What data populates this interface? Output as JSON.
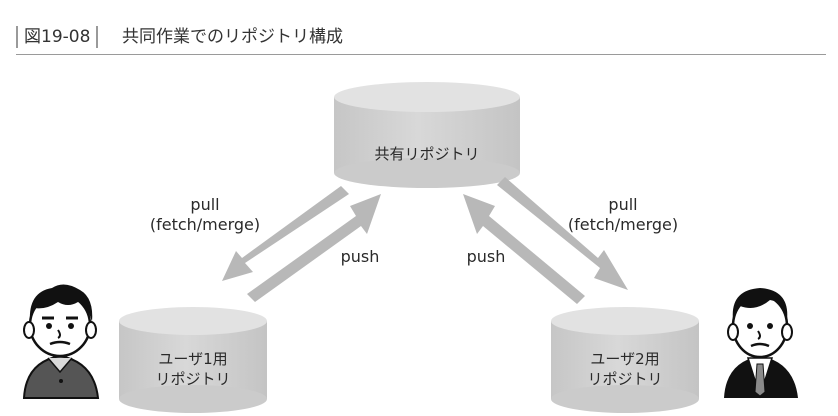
{
  "caption": {
    "number": "図19-08",
    "title": "共同作業でのリポジトリ構成"
  },
  "repositories": {
    "shared": "共有リポジトリ",
    "user1_line1": "ユーザ1用",
    "user1_line2": "リポジトリ",
    "user2_line1": "ユーザ2用",
    "user2_line2": "リポジトリ"
  },
  "arrows": {
    "left_pull_line1": "pull",
    "left_pull_line2": "(fetch/merge)",
    "left_push": "push",
    "right_pull_line1": "pull",
    "right_pull_line2": "(fetch/merge)",
    "right_push": "push"
  },
  "colors": {
    "cylinder_body": "#d2d2d2",
    "cylinder_top": "#e4e4e4",
    "arrow": "#b8b8b8",
    "caption_rule": "#9a9a9a"
  },
  "icons": {
    "user1": "casual-person-icon",
    "user2": "businessman-icon"
  }
}
